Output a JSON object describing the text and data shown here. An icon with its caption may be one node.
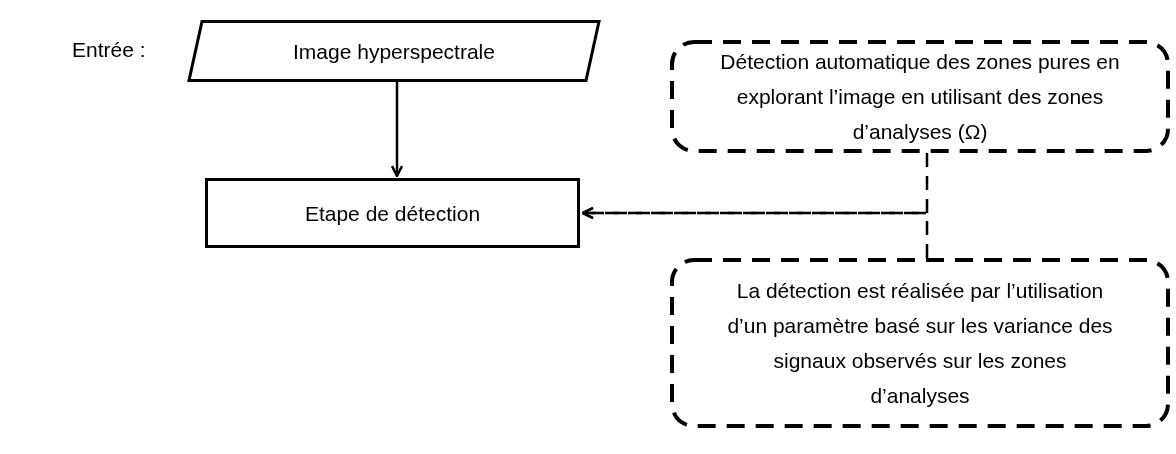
{
  "diagram": {
    "nodes": [
      {
        "text": [
          "Image hyperspectrale"
        ]
      },
      {
        "text": [
          "Etape de détection"
        ]
      },
      {
        "text": [
          "Détection automatique des zones pures en explorant l’image en utilisant des zones d’analyses (Ω)"
        ]
      },
      {
        "text": [
          "La détection est réalisée par l’utilisation d’un paramètre basé sur les variance des signaux observés sur les zones d’analyses"
        ]
      }
    ],
    "edges": [
      {
        "from": 0,
        "to": 1,
        "arrow": "to"
      },
      {
        "from": 2,
        "to": 1,
        "arrow": "to",
        "style": "dashed"
      },
      {
        "from": 3,
        "to": 1,
        "arrow": "to",
        "style": "dashed"
      }
    ],
    "labels": [
      "Entrée :"
    ]
  }
}
